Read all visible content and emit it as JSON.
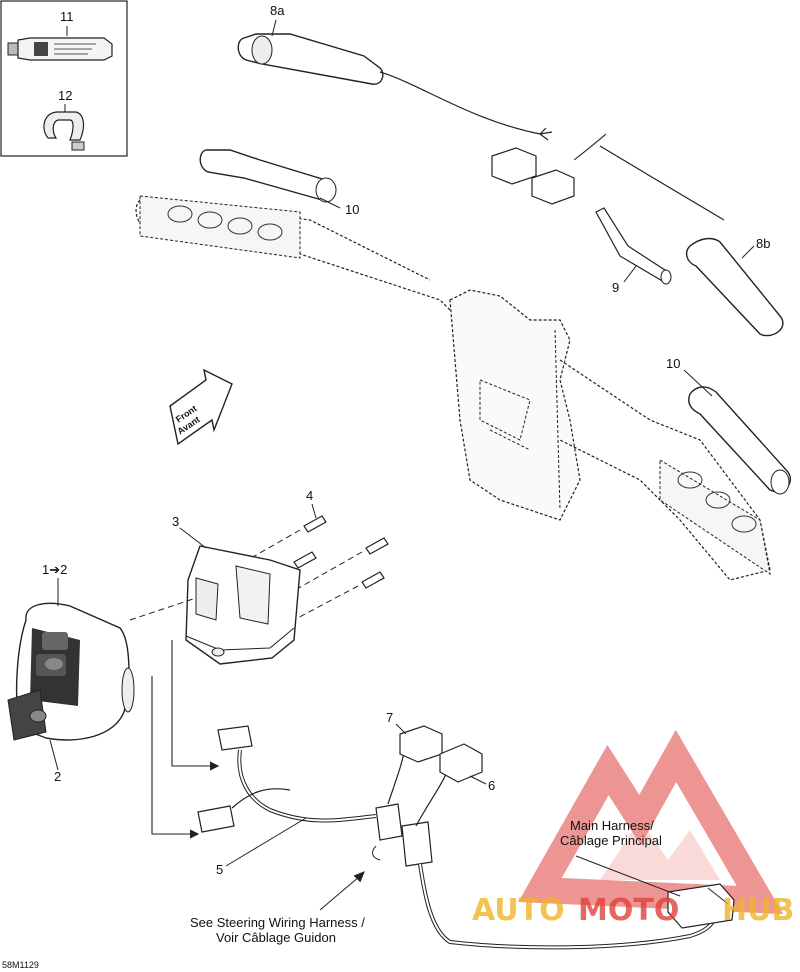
{
  "callouts": {
    "c11": "11",
    "c12": "12",
    "c8a": "8a",
    "c10a": "10",
    "c8b": "8b",
    "c9": "9",
    "c10b": "10",
    "c4": "4",
    "c3": "3",
    "c1to2": "1➔2",
    "c2": "2",
    "c7": "7",
    "c6": "6",
    "c5": "5"
  },
  "front_arrow": {
    "line1": "Front",
    "line2": "Avant"
  },
  "notes": {
    "main_harness_1": "Main Harness/",
    "main_harness_2": "Câblage Principal",
    "steering_1": "See Steering Wiring Harness /",
    "steering_2": "Voir Câblage Guidon"
  },
  "figure_code": "58M1129",
  "watermark": {
    "part1": "AUTO",
    "part2": "MOTO",
    "part3": "HUB",
    "color_main": "#e0403a",
    "color_gold": "#f0b429"
  }
}
